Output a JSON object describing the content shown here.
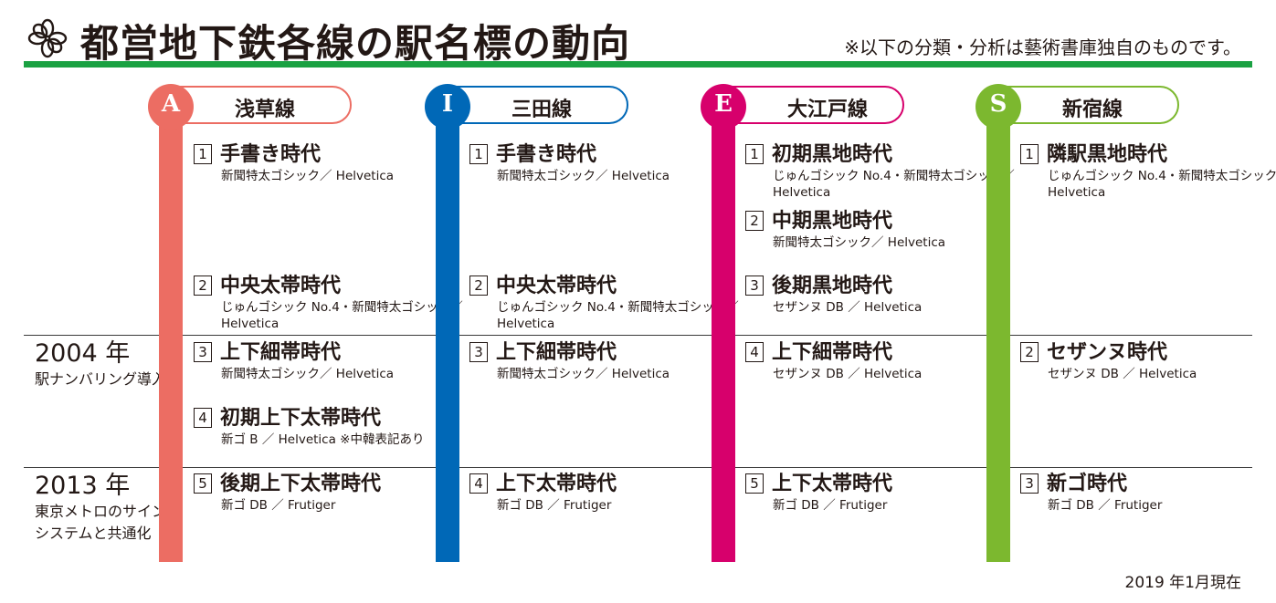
{
  "header": {
    "title": "都営地下鉄各線の駅名標の動向",
    "note": "※以下の分類・分析は藝術書庫独自のものです。"
  },
  "eras": [
    {
      "year": "2004 年",
      "desc1": "駅ナンバリング導入",
      "desc2": ""
    },
    {
      "year": "2013 年",
      "desc1": "東京メトロのサイン",
      "desc2": "システムと共通化"
    }
  ],
  "lines": [
    {
      "letter": "A",
      "name": "浅草線",
      "color": "#ec6d63",
      "entries": [
        {
          "num": "1",
          "title": "手書き時代",
          "fonts1": "新聞特太ゴシック／ Helvetica",
          "fonts2": ""
        },
        {
          "num": "2",
          "title": "中央太帯時代",
          "fonts1": "じゅんゴシック No.4・新聞特太ゴシック／",
          "fonts2": "Helvetica"
        },
        {
          "num": "3",
          "title": "上下細帯時代",
          "fonts1": "新聞特太ゴシック／ Helvetica",
          "fonts2": ""
        },
        {
          "num": "4",
          "title": "初期上下太帯時代",
          "fonts1": "新ゴ B ／ Helvetica ※中韓表記あり",
          "fonts2": ""
        },
        {
          "num": "5",
          "title": "後期上下太帯時代",
          "fonts1": "新ゴ DB ／ Frutiger",
          "fonts2": ""
        }
      ]
    },
    {
      "letter": "I",
      "name": "三田線",
      "color": "#0068b7",
      "entries": [
        {
          "num": "1",
          "title": "手書き時代",
          "fonts1": "新聞特太ゴシック／ Helvetica",
          "fonts2": ""
        },
        {
          "num": "2",
          "title": "中央太帯時代",
          "fonts1": "じゅんゴシック No.4・新聞特太ゴシック／",
          "fonts2": "Helvetica"
        },
        {
          "num": "3",
          "title": "上下細帯時代",
          "fonts1": "新聞特太ゴシック／ Helvetica",
          "fonts2": ""
        },
        {
          "num": "4",
          "title": "上下太帯時代",
          "fonts1": "新ゴ DB ／ Frutiger",
          "fonts2": ""
        }
      ]
    },
    {
      "letter": "E",
      "name": "大江戸線",
      "color": "#d7006c",
      "entries": [
        {
          "num": "1",
          "title": "初期黒地時代",
          "fonts1": "じゅんゴシック No.4・新聞特太ゴシック／",
          "fonts2": "Helvetica"
        },
        {
          "num": "2",
          "title": "中期黒地時代",
          "fonts1": "新聞特太ゴシック／ Helvetica",
          "fonts2": ""
        },
        {
          "num": "3",
          "title": "後期黒地時代",
          "fonts1": "セザンヌ DB ／ Helvetica",
          "fonts2": ""
        },
        {
          "num": "4",
          "title": "上下細帯時代",
          "fonts1": "セザンヌ DB ／ Helvetica",
          "fonts2": ""
        },
        {
          "num": "5",
          "title": "上下太帯時代",
          "fonts1": "新ゴ DB ／ Frutiger",
          "fonts2": ""
        }
      ]
    },
    {
      "letter": "S",
      "name": "新宿線",
      "color": "#7cb82f",
      "entries": [
        {
          "num": "1",
          "title": "隣駅黒地時代",
          "fonts1": "じゅんゴシック No.4・新聞特太ゴシック／",
          "fonts2": "Helvetica"
        },
        {
          "num": "2",
          "title": "セザンヌ時代",
          "fonts1": "セザンヌ DB ／ Helvetica",
          "fonts2": ""
        },
        {
          "num": "3",
          "title": "新ゴ時代",
          "fonts1": "新ゴ DB ／ Frutiger",
          "fonts2": ""
        }
      ]
    }
  ],
  "footer": {
    "date": "2019 年1月現在"
  }
}
